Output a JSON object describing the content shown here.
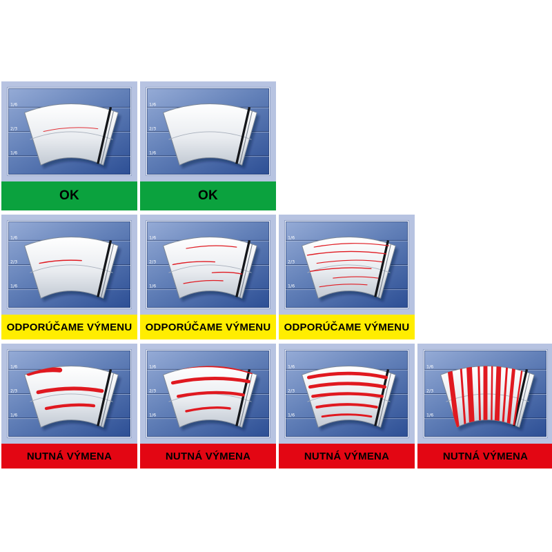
{
  "gauge_labels": [
    "1/6",
    "2/3",
    "1/6"
  ],
  "status_colors": {
    "ok": "#0ba23e",
    "warn": "#ffed00",
    "bad": "#e30613"
  },
  "rows": [
    {
      "key": "ok",
      "label": "OK",
      "cells": [
        "clean",
        "light-streaks"
      ]
    },
    {
      "key": "warn",
      "label": "ODPORÚČAME VÝMENU",
      "cells": [
        "single-streak",
        "several-streaks",
        "many-streaks"
      ]
    },
    {
      "key": "bad",
      "label": "NUTNÁ VÝMENA",
      "cells": [
        "heavy-smears",
        "heavy-streaks",
        "dense-streaks",
        "failed-blade"
      ]
    }
  ]
}
